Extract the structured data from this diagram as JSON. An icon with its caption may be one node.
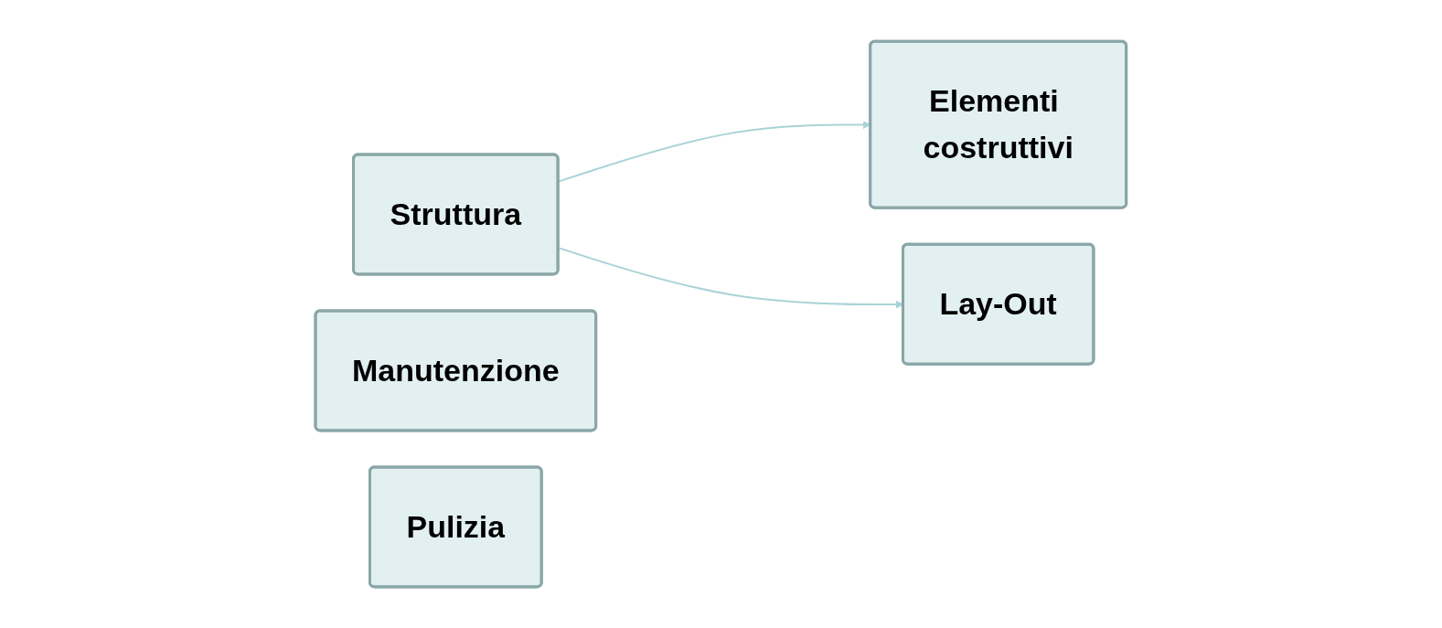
{
  "diagram": {
    "nodes": [
      {
        "text": [
          "Struttura"
        ]
      },
      {
        "text": [
          "Elementi costruttivi"
        ]
      },
      {
        "text": [
          "Lay-Out"
        ]
      },
      {
        "text": [
          "Manutenzione"
        ]
      },
      {
        "text": [
          "Pulizia"
        ]
      }
    ],
    "edges": [
      {
        "from": 0,
        "to": 1,
        "arrow": "to"
      },
      {
        "from": 0,
        "to": 2,
        "arrow": "to"
      }
    ]
  }
}
